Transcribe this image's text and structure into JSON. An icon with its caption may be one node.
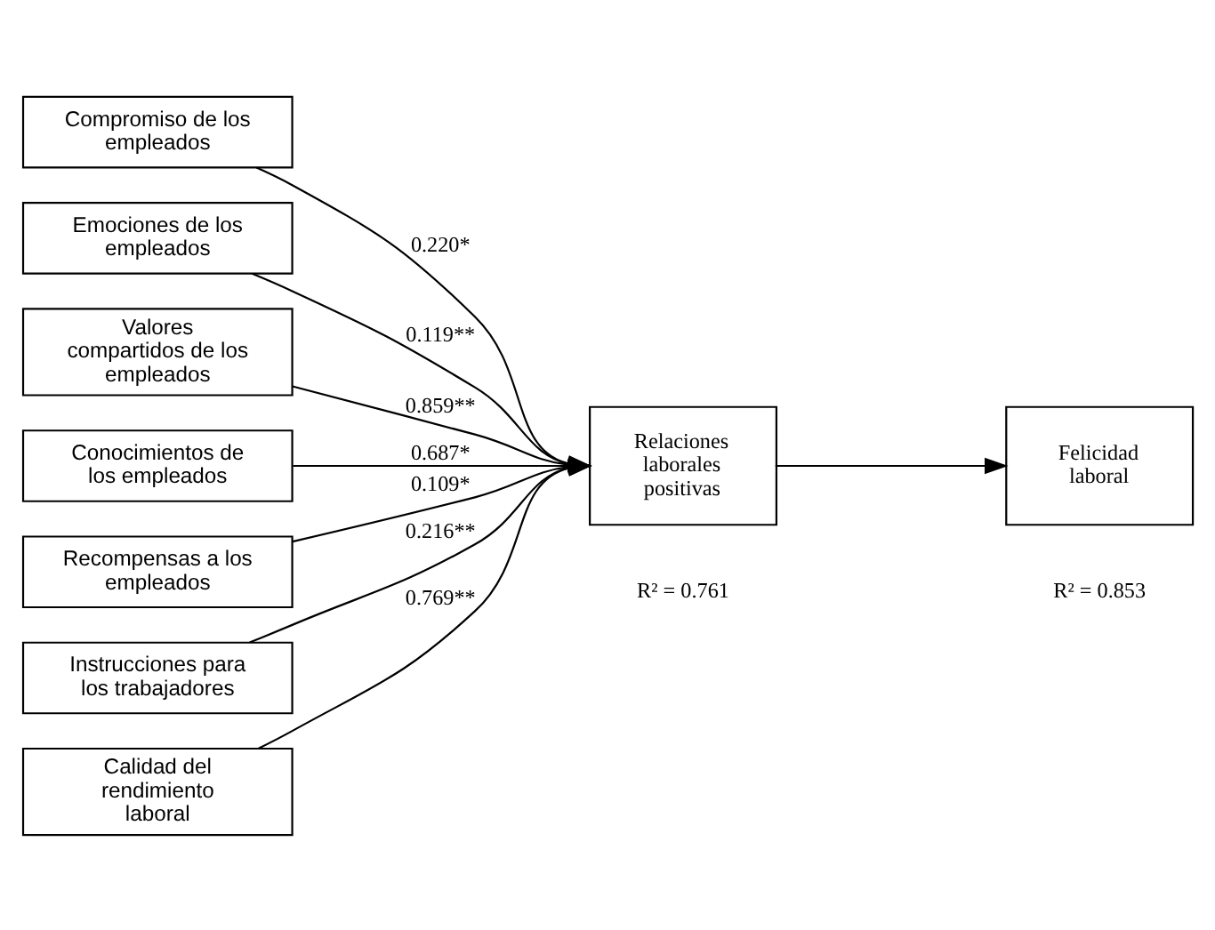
{
  "diagram": {
    "nodes": [
      {
        "text": [
          "Compromiso de los empleados"
        ]
      },
      {
        "text": [
          "Emociones de los empleados"
        ]
      },
      {
        "text": [
          "Valores compartidos de los empleados"
        ]
      },
      {
        "text": [
          "Conocimientos de los empleados"
        ]
      },
      {
        "text": [
          "Recompensas a los empleados"
        ]
      },
      {
        "text": [
          "Instrucciones para los trabajadores"
        ]
      },
      {
        "text": [
          "Calidad del rendimiento laboral"
        ]
      },
      {
        "text": [
          "Relaciones laborales positivas"
        ],
        "beside": [
          "R² = 0.761"
        ]
      },
      {
        "text": [
          "Felicidad laboral"
        ],
        "beside": [
          "R² = 0.853"
        ]
      }
    ],
    "edges": [
      {
        "from": 0,
        "to": 7,
        "arrow": "to",
        "label": "0.220*"
      },
      {
        "from": 1,
        "to": 7,
        "arrow": "to",
        "label": "0.119**"
      },
      {
        "from": 2,
        "to": 7,
        "arrow": "to",
        "label": "0.859**"
      },
      {
        "from": 3,
        "to": 7,
        "arrow": "to",
        "label": "0.687*"
      },
      {
        "from": 4,
        "to": 7,
        "arrow": "to",
        "label": "0.109*"
      },
      {
        "from": 5,
        "to": 7,
        "arrow": "to",
        "label": "0.216**"
      },
      {
        "from": 6,
        "to": 7,
        "arrow": "to",
        "label": "0.769**"
      },
      {
        "from": 7,
        "to": 8,
        "arrow": "to"
      }
    ]
  }
}
